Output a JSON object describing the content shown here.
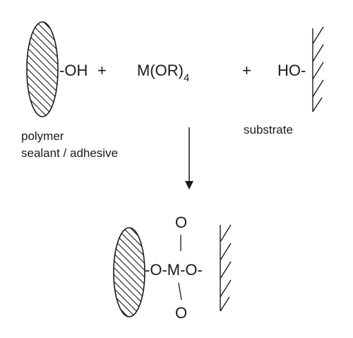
{
  "reactants": {
    "polymer_group": "-OH",
    "plus_1": "+",
    "alkoxide_main": "M(OR)",
    "alkoxide_subscript": "4",
    "plus_2": "+",
    "substrate_group": "HO-"
  },
  "labels": {
    "polymer_line1": "polymer",
    "polymer_line2": "sealant / adhesive",
    "substrate": "substrate"
  },
  "product": {
    "bridge": "-O-M-O-",
    "oxygen_top": "O",
    "oxygen_bottom": "O"
  },
  "colors": {
    "ink": "#1a1a1a",
    "background": "#ffffff"
  }
}
